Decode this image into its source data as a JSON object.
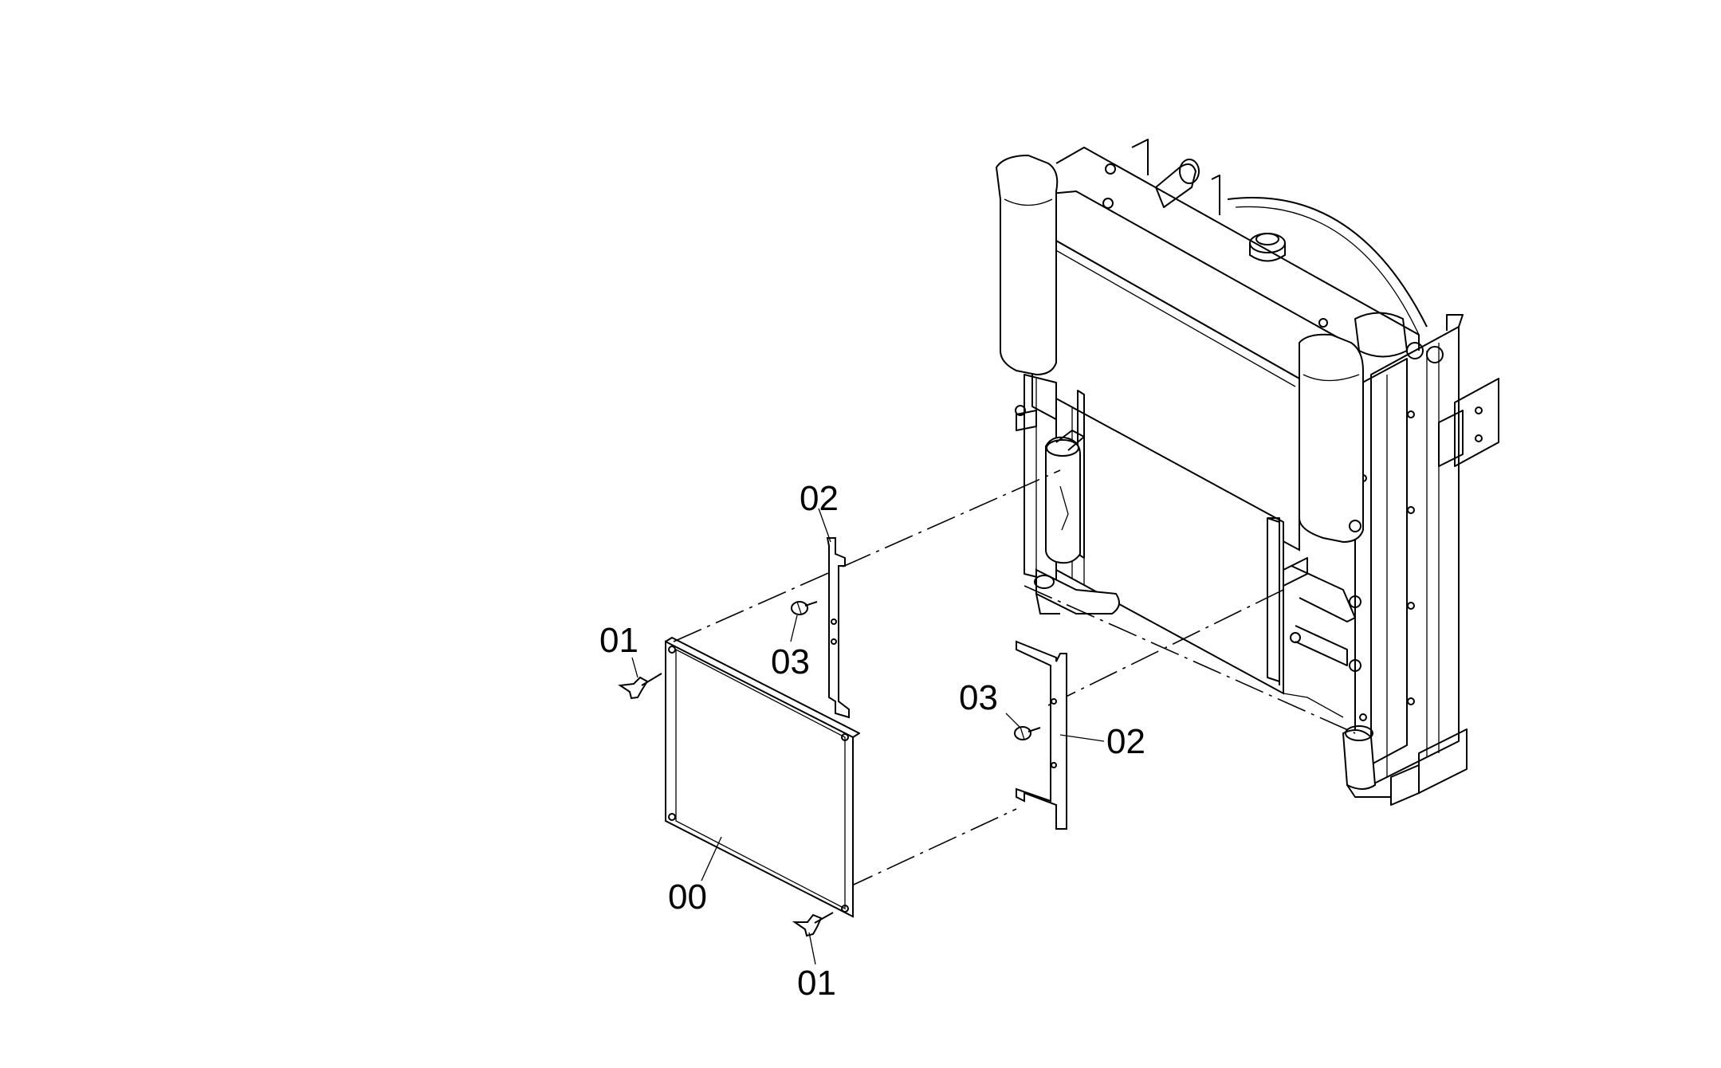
{
  "callouts": {
    "screen_label": "00",
    "wing_nut_top_label": "01",
    "wing_nut_bottom_label": "01",
    "bracket_left_label": "02",
    "bracket_right_label": "02",
    "bolt_left_label": "03",
    "bolt_right_label": "03"
  },
  "colors": {
    "line": "#000000",
    "background": "#ffffff"
  }
}
